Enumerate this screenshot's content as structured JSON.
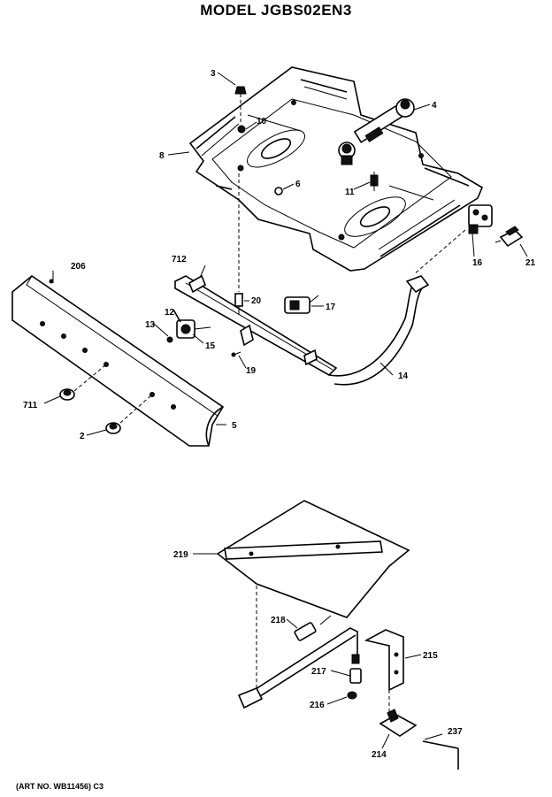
{
  "title": "MODEL JGBS02EN3",
  "art_number": "(ART NO. WB11456) C3",
  "part_labels": {
    "p3": "3",
    "p4": "4",
    "p10": "10",
    "p8": "8",
    "p6": "6",
    "p11": "11",
    "p16": "16",
    "p21": "21",
    "p206": "206",
    "p712": "712",
    "p20": "20",
    "p17": "17",
    "p12": "12",
    "p13": "13",
    "p15": "15",
    "p19": "19",
    "p14": "14",
    "p711": "711",
    "p2": "2",
    "p5": "5",
    "p219": "219",
    "p218": "218",
    "p215": "215",
    "p217": "217",
    "p216": "216",
    "p237": "237",
    "p214": "214"
  }
}
